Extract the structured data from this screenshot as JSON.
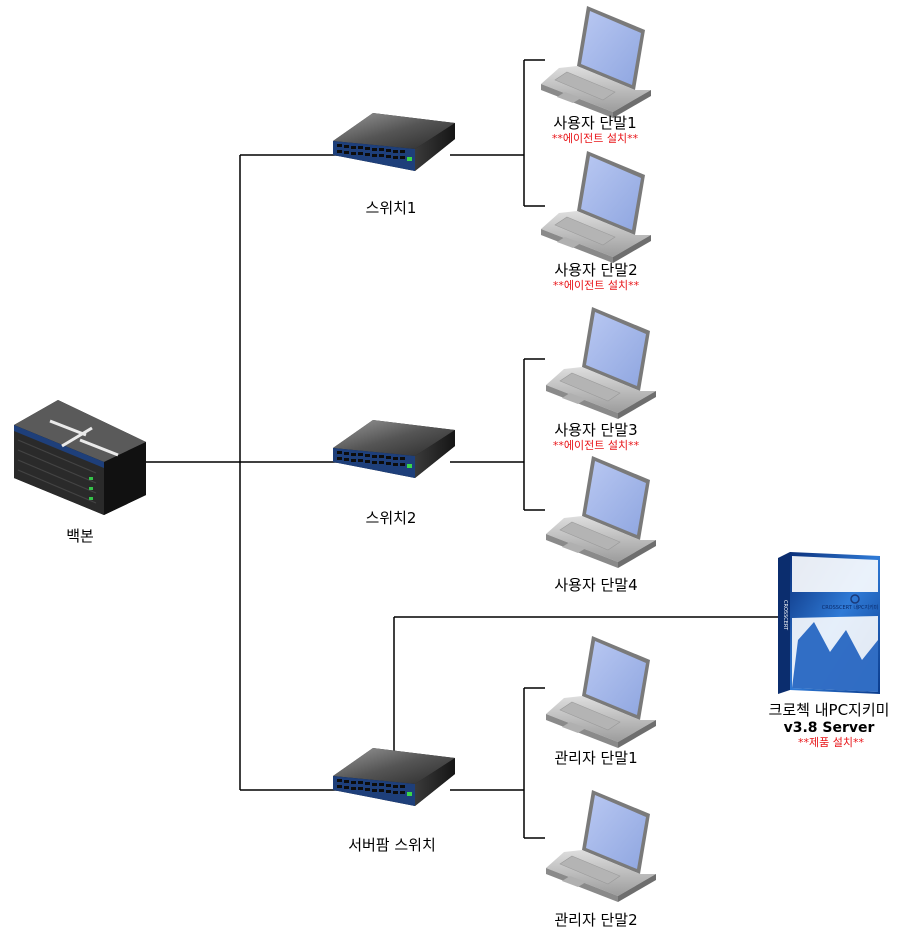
{
  "backbone": {
    "label": "백본"
  },
  "switches": [
    {
      "label": "스위치1"
    },
    {
      "label": "스위치2"
    },
    {
      "label": "서버팜 스위치"
    }
  ],
  "terminals": [
    {
      "label": "사용자 단말1",
      "note": "**에이전트 설치**"
    },
    {
      "label": "사용자 단말2",
      "note": "**에이전트 설치**"
    },
    {
      "label": "사용자 단말3",
      "note": "**에이전트 설치**"
    },
    {
      "label": "사용자 단말4",
      "note": ""
    },
    {
      "label": "관리자 단말1",
      "note": ""
    },
    {
      "label": "관리자 단말2",
      "note": ""
    }
  ],
  "product": {
    "name_line1": "크로첵 내PC지키미",
    "name_line2": "v3.8 Server",
    "note": "**제품 설치**",
    "box_brand": "CROSSCERT 내PC지키미",
    "box_side": "CROSSCERT"
  },
  "colors": {
    "note": "#e8161a",
    "accent_blue": "#1a3a7a"
  }
}
